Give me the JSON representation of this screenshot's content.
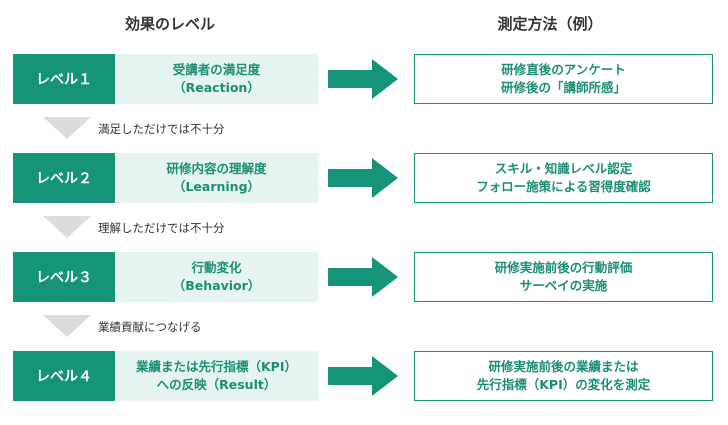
{
  "headers": {
    "effect_level": "効果のレベル",
    "method": "測定方法（例）"
  },
  "levels": [
    {
      "label": "レベル１",
      "effect_line1": "受講者の満足度",
      "effect_line2": "（Reaction）",
      "method_line1": "研修直後のアンケート",
      "method_line2": "研修後の「講師所感」"
    },
    {
      "label": "レベル２",
      "effect_line1": "研修内容の理解度",
      "effect_line2": "（Learning）",
      "method_line1": "スキル・知識レベル認定",
      "method_line2": "フォロー施策による習得度確認"
    },
    {
      "label": "レベル３",
      "effect_line1": "行動変化",
      "effect_line2": "（Behavior）",
      "method_line1": "研修実施前後の行動評価",
      "method_line2": "サーベイの実施"
    },
    {
      "label": "レベル４",
      "effect_line1": "業績または先行指標（KPI）",
      "effect_line2": "への反映（Result）",
      "method_line1": "研修実施前後の業績または",
      "method_line2": "先行指標（KPI）の変化を測定"
    }
  ],
  "transitions": [
    "満足しただけでは不十分",
    "理解しただけでは不十分",
    "業績貢献につなげる"
  ],
  "colors": {
    "level_fill": "#16947a",
    "effect_fill": "#e6f4f1",
    "text_green": "#1c8e75",
    "down_arrow": "#dcdcdc"
  }
}
